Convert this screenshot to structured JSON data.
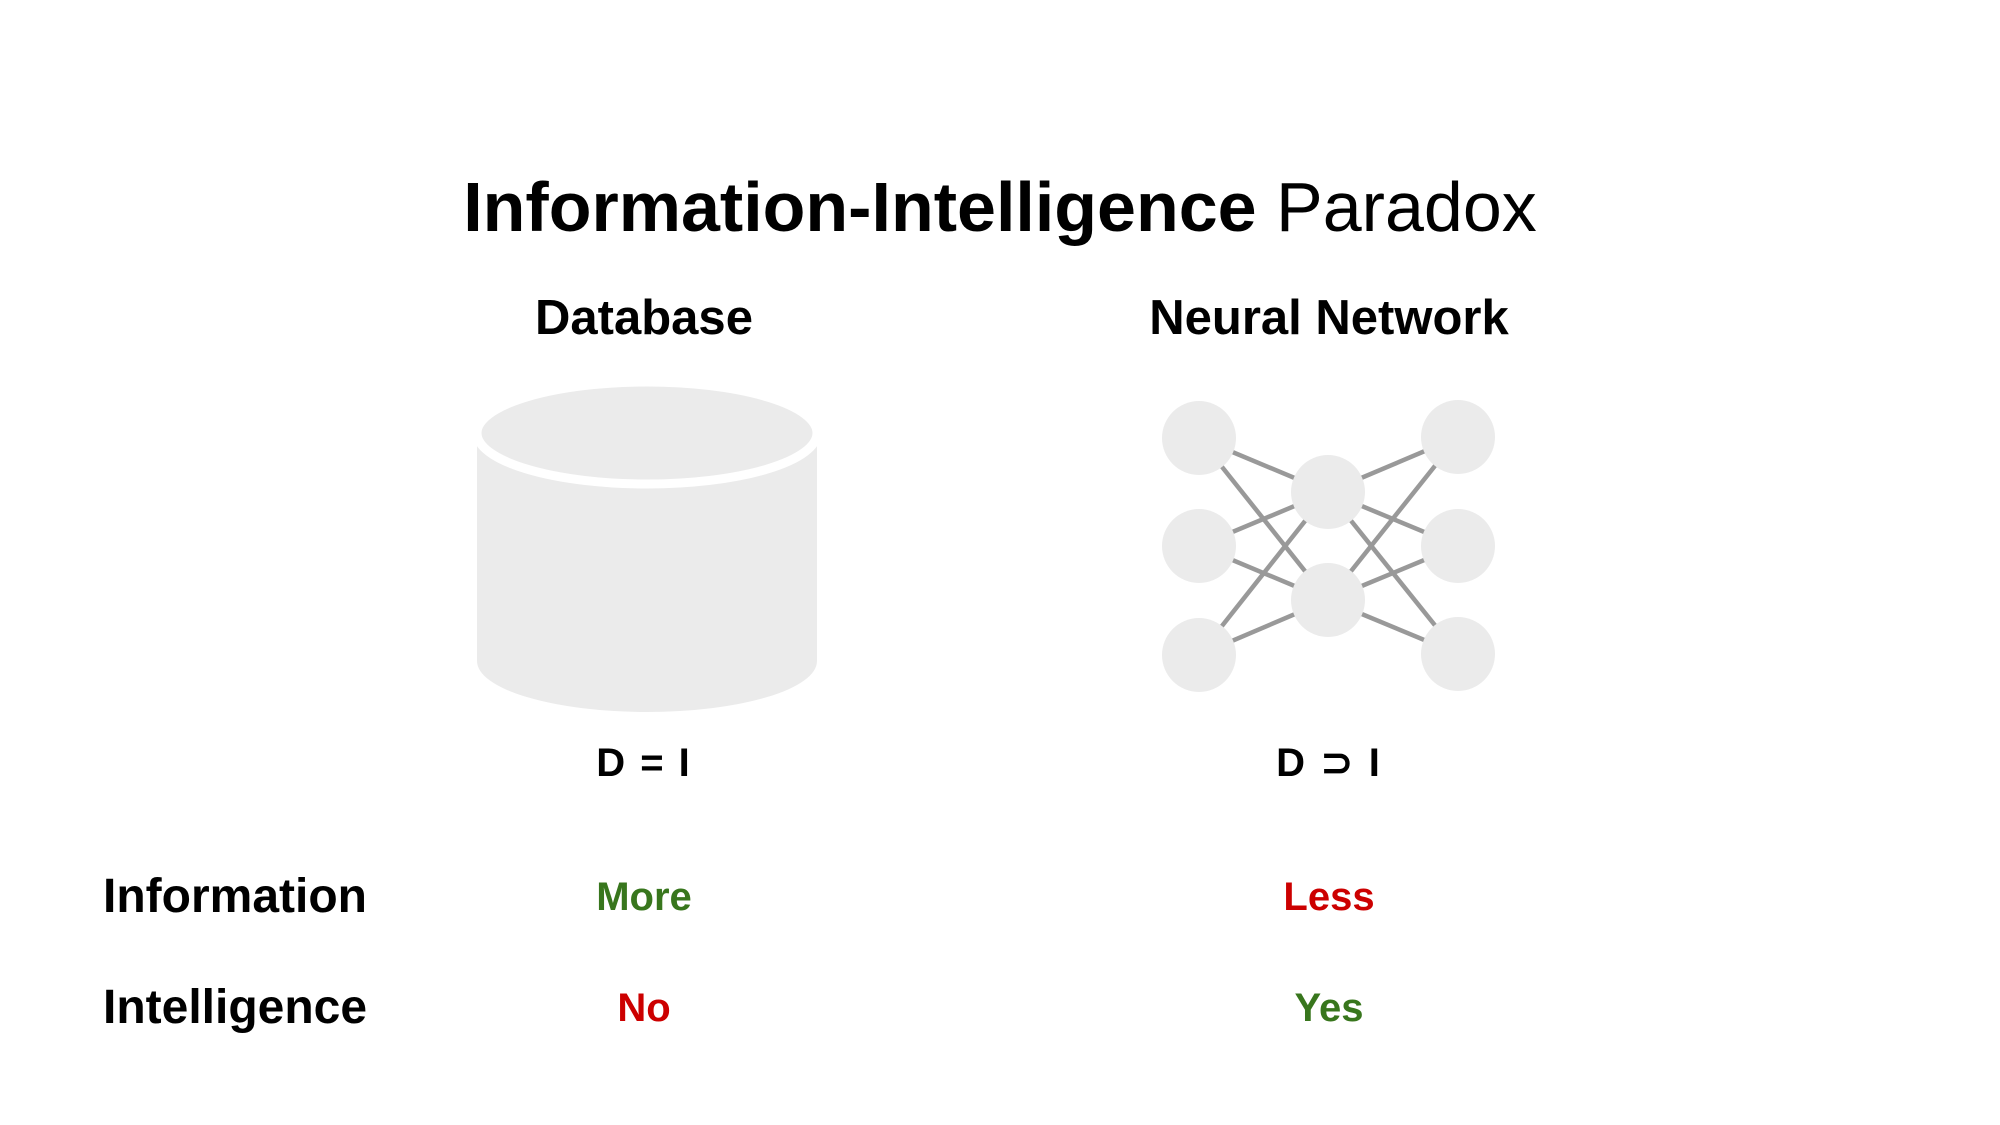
{
  "title": {
    "emphasis": "Information-Intelligence",
    "rest": " Paradox"
  },
  "columns": [
    {
      "name": "Database",
      "icon": "database-cylinder-icon",
      "relation": "D = I",
      "information_value": "More",
      "information_color": "#38761d",
      "intelligence_value": "No",
      "intelligence_color": "#cc0000"
    },
    {
      "name": "Neural Network",
      "icon": "neural-network-icon",
      "relation": "D ⊃ I",
      "information_value": "Less",
      "information_color": "#cc0000",
      "intelligence_value": "Yes",
      "intelligence_color": "#38761d"
    }
  ],
  "row_labels": {
    "information": "Information",
    "intelligence": "Intelligence"
  },
  "colors": {
    "positive_green": "#38761d",
    "negative_red": "#cc0000",
    "shape_fill": "#ebebeb",
    "edge_stroke": "#999999",
    "text": "#000000",
    "background": "#ffffff"
  }
}
